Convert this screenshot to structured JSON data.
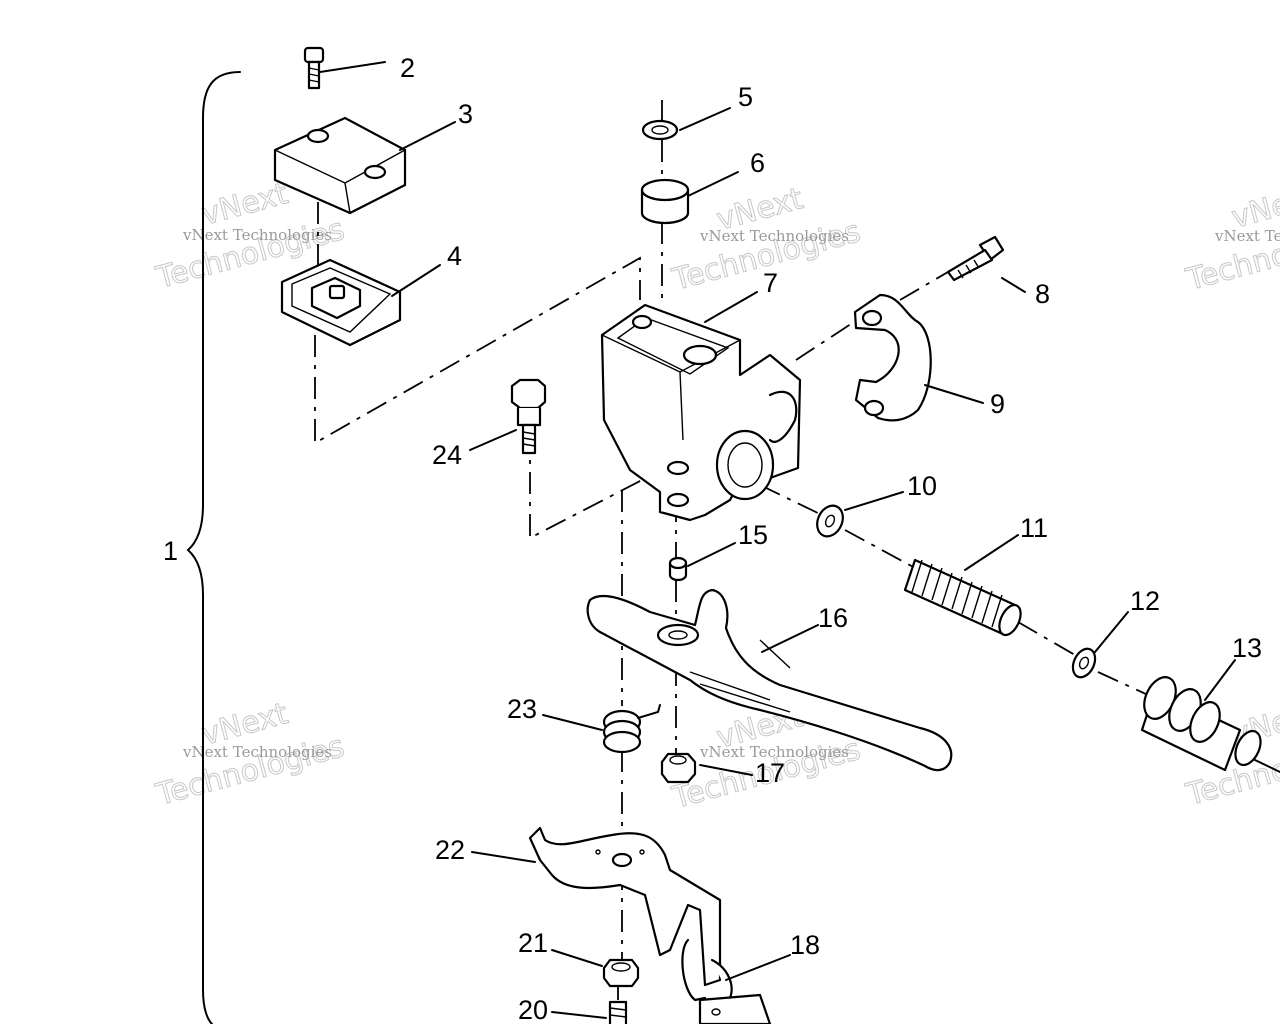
{
  "callouts": {
    "c1": "1",
    "c2": "2",
    "c3": "3",
    "c4": "4",
    "c5": "5",
    "c6": "6",
    "c7": "7",
    "c8": "8",
    "c9": "9",
    "c10": "10",
    "c11": "11",
    "c12": "12",
    "c13": "13",
    "c15": "15",
    "c16": "16",
    "c17": "17",
    "c18": "18",
    "c20": "20",
    "c21": "21",
    "c22": "22",
    "c23": "23",
    "c24": "24"
  },
  "watermark": {
    "line1": "vNext",
    "line2": "Technologies",
    "small": "vNext Technologies"
  },
  "colors": {
    "ink": "#000000",
    "watermark": "#c8c8c8",
    "background": "#ffffff"
  }
}
